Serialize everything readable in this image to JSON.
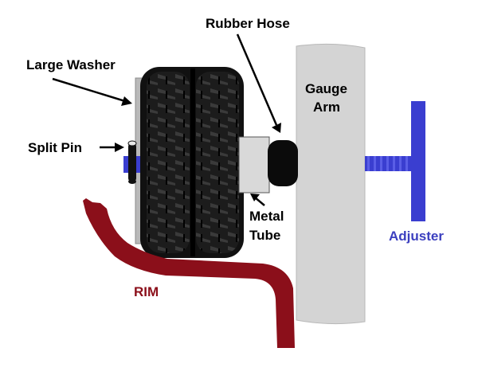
{
  "labels": {
    "large_washer": "Large Washer",
    "rubber_hose": "Rubber Hose",
    "gauge_arm_line1": "Gauge",
    "gauge_arm_line2": "Arm",
    "split_pin": "Split Pin",
    "metal_tube_line1": "Metal",
    "metal_tube_line2": "Tube",
    "adjuster": "Adjuster",
    "rim": "RIM"
  },
  "colors": {
    "label_text": "#000000",
    "adjuster_label": "#3b3fbf",
    "rim_label": "#8b0f1a",
    "rim_fill": "#8b0f1a",
    "adjuster_fill": "#3a3ed0",
    "gauge_arm_fill": "#d4d4d4",
    "washer_fill": "#b9b9b9",
    "tire_fill": "#1a1a1a",
    "tube_fill": "#d9d9d9",
    "hose_fill": "#0b0b0b"
  }
}
